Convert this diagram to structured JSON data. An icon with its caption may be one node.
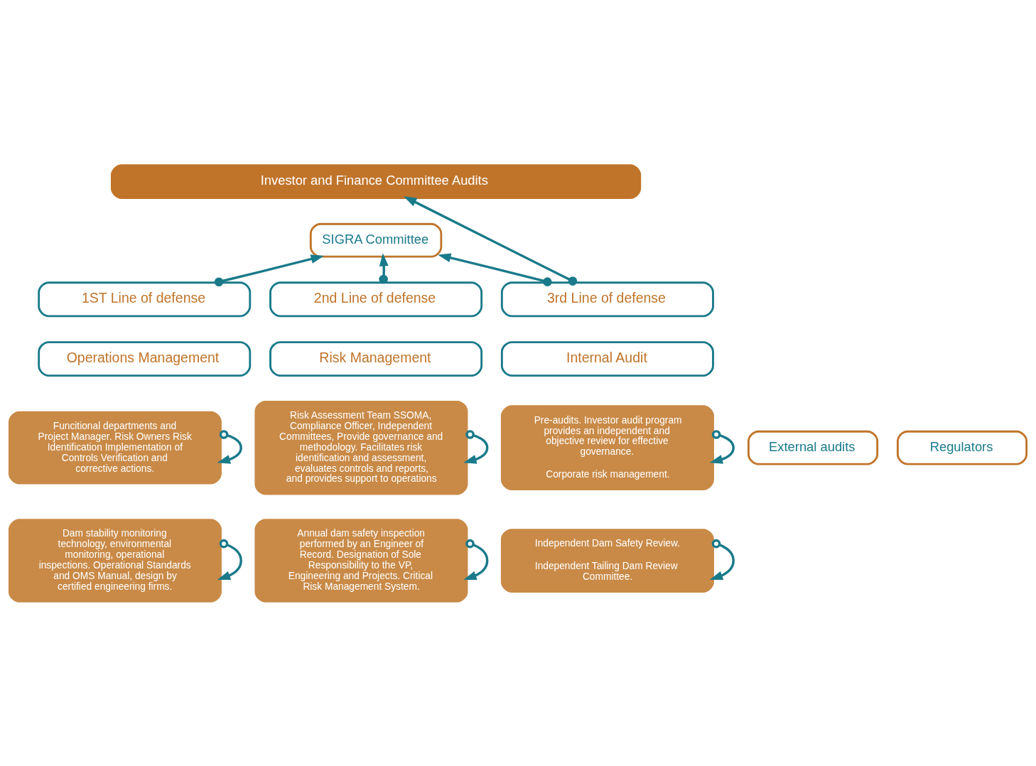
{
  "diagram": {
    "nodes": [
      {
        "text": [
          "Investor and Finance Committee Audits"
        ]
      },
      {
        "text": [
          "SIGRA Committee"
        ]
      },
      {
        "text": [
          "1ST Line of defense"
        ]
      },
      {
        "text": [
          "2nd Line of defense"
        ]
      },
      {
        "text": [
          "3rd Line of defense"
        ]
      },
      {
        "text": [
          "Operations Management"
        ]
      },
      {
        "text": [
          "Risk Management"
        ]
      },
      {
        "text": [
          "Internal Audit"
        ]
      },
      {
        "text": [
          "Funcitional departments and Project Manager. Risk Owners Risk Identification Implementation of Controls Verification and corrective actions."
        ]
      },
      {
        "text": [
          "Risk Assessment Team SSOMA, Compliance Officer, Independent Committees, Provide governance and methodology. Facilitates risk identification and assessment, evaluates controls and reports, and provides support to operations"
        ]
      },
      {
        "text": [
          "Pre-audits. Investor audit program provides an independent and objective review for effective governance.",
          "Corporate risk management."
        ]
      },
      {
        "text": [
          "External audits"
        ]
      },
      {
        "text": [
          "Regulators"
        ]
      },
      {
        "text": [
          "Dam stability monitoring technology, environmental monitoring, operational inspections. Operational Standards and OMS Manual, design by certified engineering firms."
        ]
      },
      {
        "text": [
          "Annual dam safety inspection performed by an Engineer of Record. Designation of Sole Responsibility to the VP, Engineering and Projects. Critical Risk Management System."
        ]
      },
      {
        "text": [
          "Independent Dam Safety Review.",
          "Independent Tailing Dam Review Committee."
        ]
      }
    ],
    "edges": [
      {
        "from": 2,
        "to": 1,
        "arrow": "to"
      },
      {
        "from": 3,
        "to": 1,
        "arrow": "to"
      },
      {
        "from": 4,
        "to": 1,
        "arrow": "to"
      },
      {
        "from": 4,
        "to": 0,
        "arrow": "to"
      },
      {
        "from": 8,
        "to": 8,
        "arrow": "to"
      },
      {
        "from": 9,
        "to": 9,
        "arrow": "to"
      },
      {
        "from": 10,
        "to": 10,
        "arrow": "to"
      },
      {
        "from": 13,
        "to": 13,
        "arrow": "to"
      },
      {
        "from": 14,
        "to": 14,
        "arrow": "to"
      },
      {
        "from": 15,
        "to": 15,
        "arrow": "to"
      }
    ]
  }
}
